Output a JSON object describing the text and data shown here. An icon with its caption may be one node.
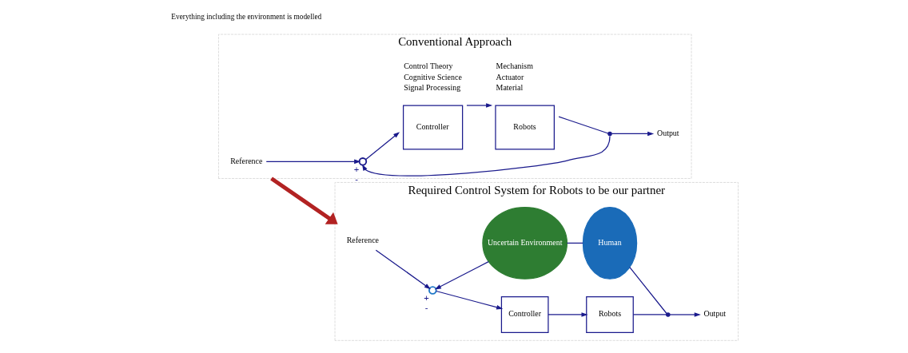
{
  "diagram": {
    "nodes": [
      {
        "text": [
          "Conventional Approach"
        ]
      },
      {
        "text": [
          "Reference"
        ],
        "in": 0
      },
      {
        "text": [],
        "shape": "circle",
        "in": 0,
        "beside": [
          "+",
          "-"
        ]
      },
      {
        "text": [
          "Controller"
        ],
        "in": 0,
        "beside": [
          "Control Theory",
          "Cognitive Science",
          "Signal Processing"
        ]
      },
      {
        "text": [
          "Robots"
        ],
        "in": 0,
        "beside": [
          "Mechanism",
          "Actuator",
          "Material"
        ]
      },
      {
        "text": [],
        "shape": "circle",
        "in": 0
      },
      {
        "text": [
          "Output"
        ],
        "in": 0
      },
      {
        "text": [
          "Required Control System for Robots to be our partner"
        ]
      },
      {
        "text": [
          "Reference"
        ],
        "in": 7
      },
      {
        "text": [],
        "shape": "circle",
        "in": 7,
        "beside": [
          "+",
          "-"
        ]
      },
      {
        "text": [
          "Controller"
        ],
        "in": 7
      },
      {
        "text": [
          "Robots"
        ],
        "in": 7
      },
      {
        "text": [],
        "shape": "circle",
        "in": 7
      },
      {
        "text": [
          "Output"
        ],
        "in": 7
      },
      {
        "text": [
          "Uncertain Environment"
        ],
        "in": 7
      },
      {
        "text": [
          "Human"
        ],
        "in": 7
      }
    ],
    "edges": [
      {
        "from": 1,
        "to": 2,
        "arrow": "to"
      },
      {
        "from": 2,
        "to": 3,
        "arrow": "to"
      },
      {
        "from": 3,
        "to": 4,
        "arrow": "to"
      },
      {
        "from": 4,
        "to": 5,
        "arrow": "none"
      },
      {
        "from": 5,
        "to": 6,
        "arrow": "to"
      },
      {
        "from": 5,
        "to": 2,
        "arrow": "to"
      },
      {
        "from": 0,
        "to": 7,
        "arrow": "to",
        "style": "thick",
        "color": "#b22222"
      },
      {
        "from": 8,
        "to": 9,
        "arrow": "to"
      },
      {
        "from": 9,
        "to": 10,
        "arrow": "to"
      },
      {
        "from": 10,
        "to": 11,
        "arrow": "to"
      },
      {
        "from": 11,
        "to": 12,
        "arrow": "none"
      },
      {
        "from": 12,
        "to": 13,
        "arrow": "to"
      },
      {
        "from": 12,
        "to": 15,
        "arrow": "none"
      },
      {
        "from": 15,
        "to": 14,
        "arrow": "none"
      },
      {
        "from": 14,
        "to": 9,
        "arrow": "to"
      }
    ],
    "labels": [
      "Everything including the environment is modelled"
    ]
  }
}
